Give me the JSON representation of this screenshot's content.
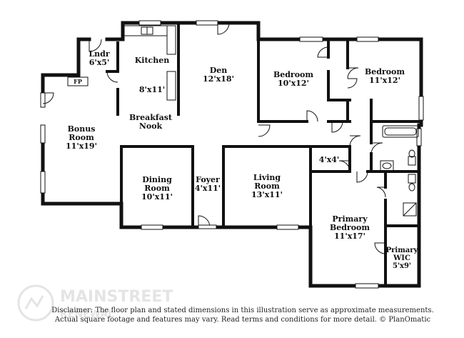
{
  "rooms": [
    {
      "id": "laundry",
      "name": "Lndr",
      "dims": "6'x5'"
    },
    {
      "id": "kitchen",
      "name": "Kitchen",
      "dims": "8'x11'"
    },
    {
      "id": "den",
      "name": "Den",
      "dims": "12'x18'"
    },
    {
      "id": "bedroom-1",
      "name": "Bedroom",
      "dims": "10'x12'"
    },
    {
      "id": "bedroom-2",
      "name": "Bedroom",
      "dims": "11'x12'"
    },
    {
      "id": "bonus",
      "name": "Bonus Room",
      "dims": "11'x19'"
    },
    {
      "id": "breakfast",
      "name": "Breakfast Nook",
      "dims": ""
    },
    {
      "id": "dining",
      "name": "Dining Room",
      "dims": "10'x11'"
    },
    {
      "id": "foyer",
      "name": "Foyer",
      "dims": "4'x11'"
    },
    {
      "id": "living",
      "name": "Living Room",
      "dims": "13'x11'"
    },
    {
      "id": "closet",
      "name": "",
      "dims": "4'x4'"
    },
    {
      "id": "primary-bedroom",
      "name": "Primary Bedroom",
      "dims": "11'x17'"
    },
    {
      "id": "primary-wic",
      "name": "Primary WIC",
      "dims": "5'x9'"
    }
  ],
  "fixtures": {
    "fireplace": "FP"
  },
  "watermark": {
    "brand": "MAINSTREET",
    "sub": "RENEWAL"
  },
  "disclaimer": {
    "line1": "Disclaimer: The floor plan and stated dimensions in this illustration serve as approximate measurements.",
    "line2": "Actual square footage and features may vary. Read terms and conditions for more detail. © PlanOmatic"
  }
}
